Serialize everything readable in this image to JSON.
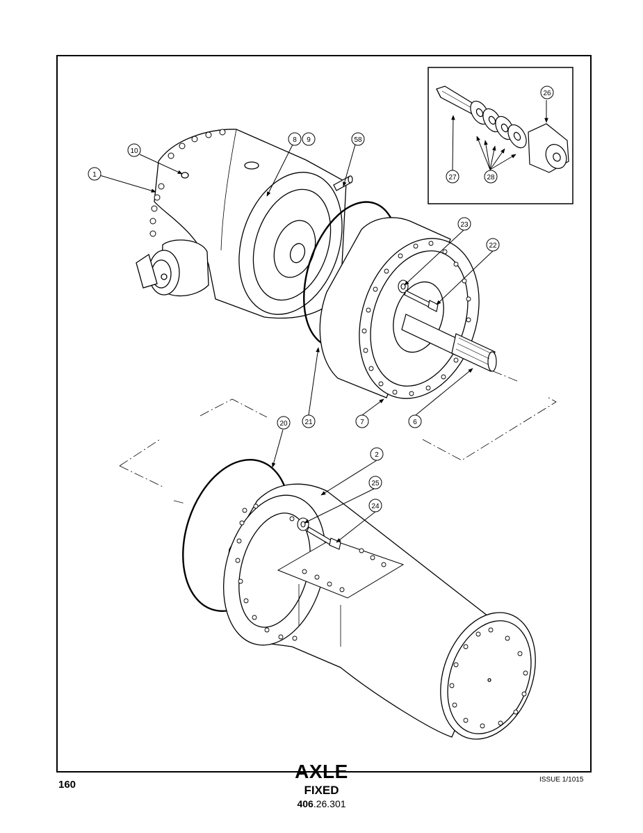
{
  "title": "AXLE",
  "subtitle": "FIXED",
  "part_number_prefix": "406",
  "part_number_suffix": ".26.301",
  "page_number": "160",
  "issue": "ISSUE 1/1015",
  "callouts": {
    "c1": "1",
    "c10": "10",
    "c8": "8",
    "c9": "9",
    "c58": "58",
    "c26": "26",
    "c27": "27",
    "c28": "28",
    "c23": "23",
    "c22": "22",
    "c21": "21",
    "c7": "7",
    "c6": "6",
    "c20": "20",
    "c2": "2",
    "c25": "25",
    "c24": "24"
  }
}
